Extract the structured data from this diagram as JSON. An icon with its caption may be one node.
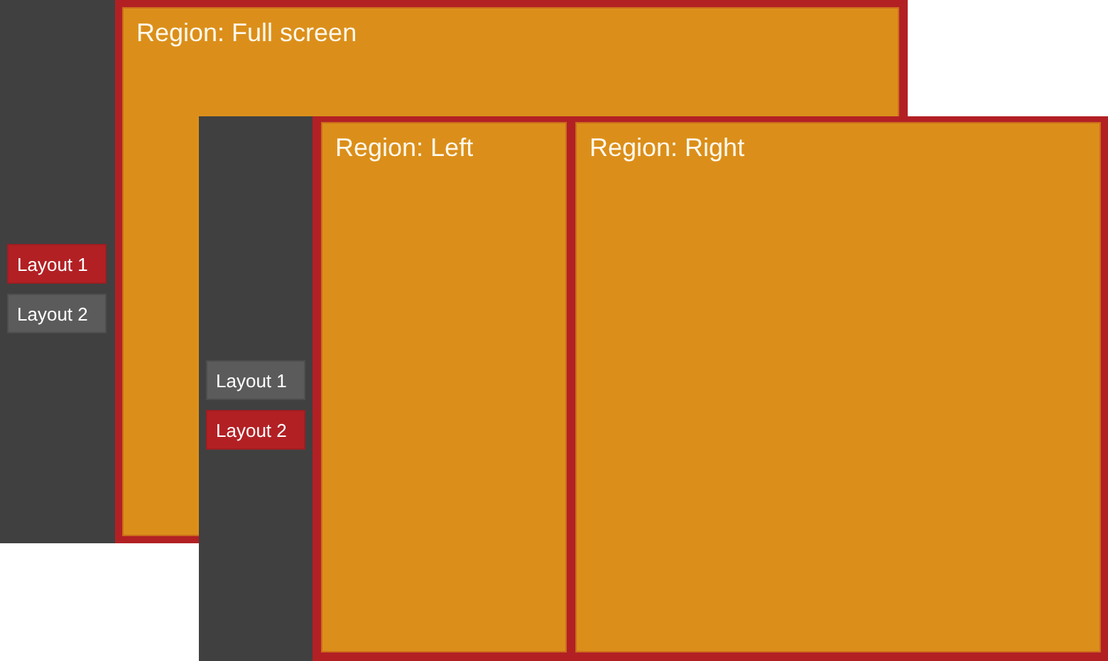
{
  "diagram": {
    "nodes": [
      {
        "text": [],
        "shape": "box"
      },
      {
        "text": [
          "Layout 1"
        ],
        "in": 0
      },
      {
        "text": [
          "Layout 2"
        ],
        "in": 0
      },
      {
        "text": [
          "Region: Full screen"
        ]
      },
      {
        "text": [],
        "shape": "box"
      },
      {
        "text": [
          "Layout 1"
        ],
        "in": 4
      },
      {
        "text": [
          "Layout 2"
        ],
        "in": 4
      },
      {
        "text": [
          "Region: Left"
        ]
      },
      {
        "text": [
          "Region: Right"
        ]
      }
    ]
  }
}
